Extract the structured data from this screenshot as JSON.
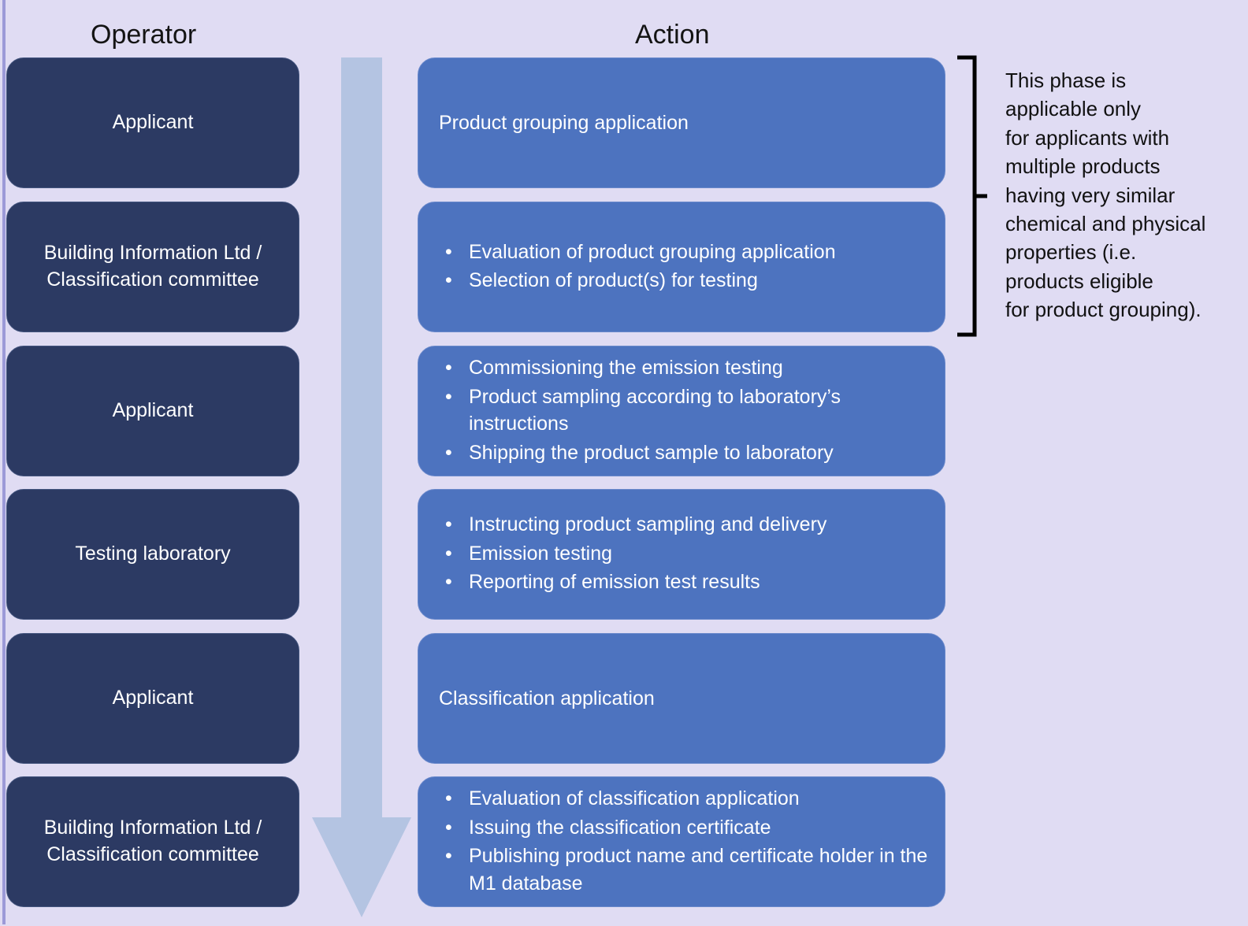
{
  "headings": {
    "operator": "Operator",
    "action": "Action"
  },
  "colors": {
    "background": "#e0dcf3",
    "operator_box": "#2c3a63",
    "action_box": "#4d73bf",
    "arrow": "#b4c4e2",
    "text_light": "#ffffff",
    "text_dark": "#111111",
    "left_rule": "#9c9ad8"
  },
  "icons": {
    "flow_arrow": "down-arrow-icon",
    "bracket": "right-square-bracket-icon",
    "bullet": "bullet-dot-icon"
  },
  "bullet_glyph": "•",
  "rows": [
    {
      "operator": [
        "Applicant"
      ],
      "action_text": "Product grouping application",
      "action_bullets": []
    },
    {
      "operator": [
        "Building Information Ltd /",
        "Classification committee"
      ],
      "action_text": "",
      "action_bullets": [
        "Evaluation of product grouping application",
        "Selection of product(s) for testing"
      ]
    },
    {
      "operator": [
        "Applicant"
      ],
      "action_text": "",
      "action_bullets": [
        "Commissioning the emission testing",
        "Product sampling according to laboratory’s instructions",
        "Shipping the product sample to laboratory"
      ]
    },
    {
      "operator": [
        "Testing laboratory"
      ],
      "action_text": "",
      "action_bullets": [
        "Instructing product sampling and delivery",
        "Emission testing",
        "Reporting of emission test results"
      ]
    },
    {
      "operator": [
        "Applicant"
      ],
      "action_text": "Classification application",
      "action_bullets": []
    },
    {
      "operator": [
        "Building Information Ltd /",
        "Classification committee"
      ],
      "action_text": "",
      "action_bullets": [
        "Evaluation of classification application",
        "Issuing the classification certificate",
        "Publishing product name and certificate holder in the M1 database"
      ]
    }
  ],
  "annotation": {
    "text": "This phase is\napplicable only\nfor applicants with\nmultiple products\nhaving very similar\nchemical and physical\nproperties (i.e.\nproducts eligible\nfor product grouping)."
  }
}
